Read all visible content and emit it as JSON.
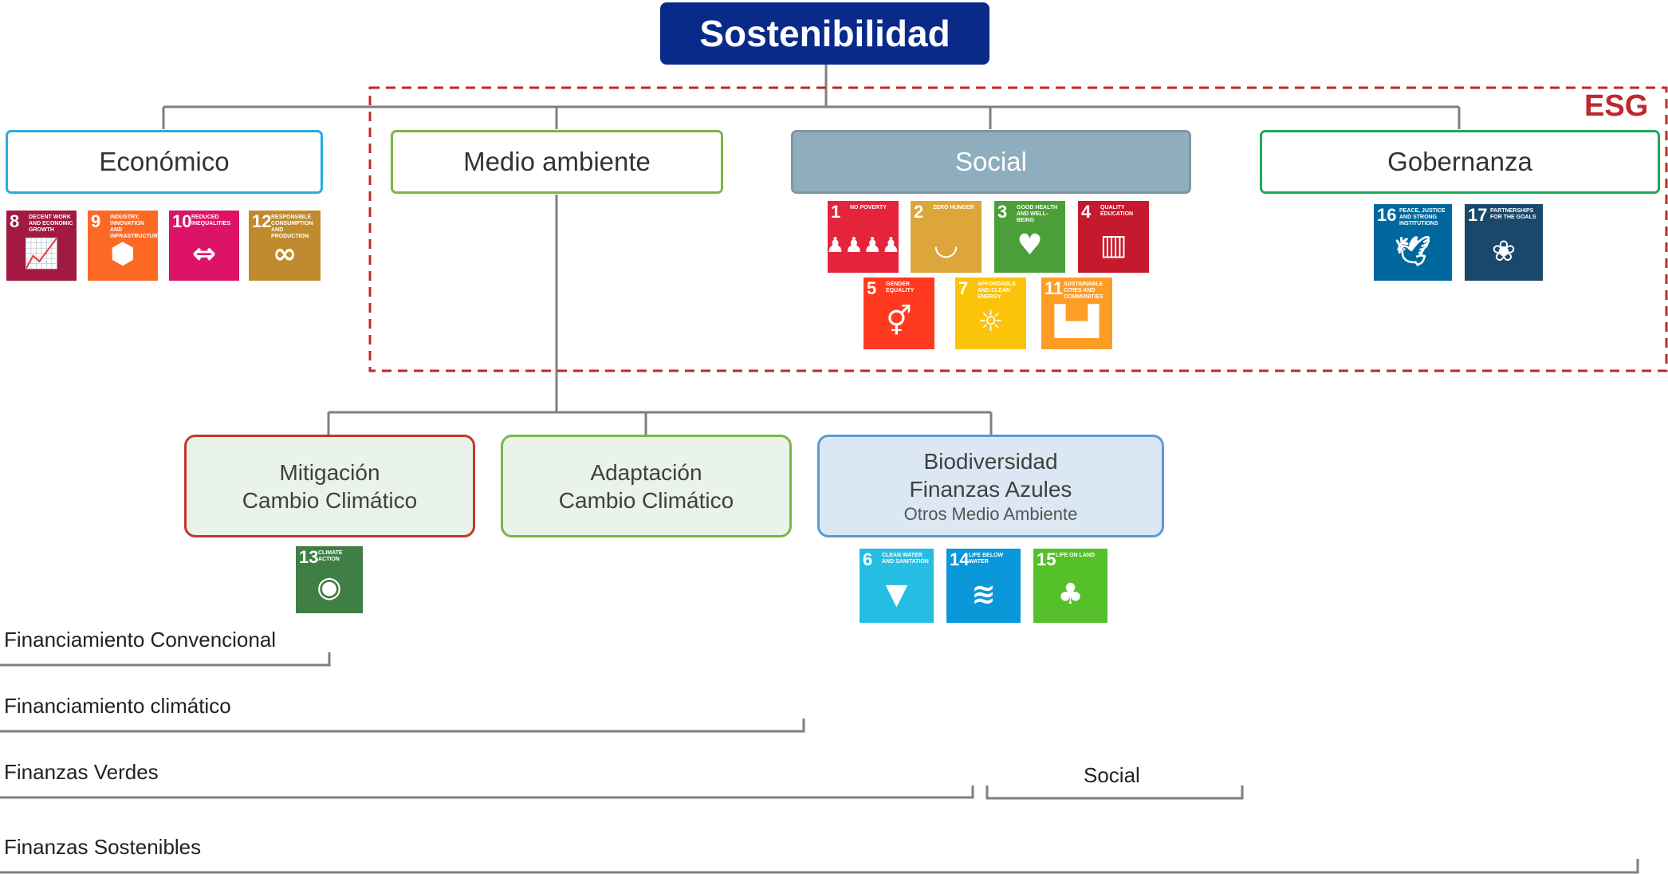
{
  "root": {
    "title": "Sostenibilidad"
  },
  "esg": {
    "label": "ESG"
  },
  "categories": {
    "economico": "Económico",
    "medio_ambiente": "Medio ambiente",
    "social": "Social",
    "gobernanza": "Gobernanza"
  },
  "subcategories": {
    "mitigacion": {
      "line1": "Mitigación",
      "line2": "Cambio Climático"
    },
    "adaptacion": {
      "line1": "Adaptación",
      "line2": "Cambio Climático"
    },
    "biodiversidad": {
      "line1": "Biodiversidad",
      "line2": "Finanzas Azules",
      "line3": "Otros Medio Ambiente"
    }
  },
  "sdgs": {
    "g1": {
      "num": "1",
      "label": "No poverty",
      "icon": "people-icon"
    },
    "g2": {
      "num": "2",
      "label": "Zero hunger",
      "icon": "bowl-icon"
    },
    "g3": {
      "num": "3",
      "label": "Good health and well-being",
      "icon": "heartbeat-icon"
    },
    "g4": {
      "num": "4",
      "label": "Quality education",
      "icon": "book-icon"
    },
    "g5": {
      "num": "5",
      "label": "Gender equality",
      "icon": "gender-icon"
    },
    "g6": {
      "num": "6",
      "label": "Clean water and sanitation",
      "icon": "water-glass-icon"
    },
    "g7": {
      "num": "7",
      "label": "Affordable and clean energy",
      "icon": "sun-power-icon"
    },
    "g8": {
      "num": "8",
      "label": "Decent work and economic growth",
      "icon": "growth-chart-icon"
    },
    "g9": {
      "num": "9",
      "label": "Industry, innovation and infrastructure",
      "icon": "cubes-icon"
    },
    "g10": {
      "num": "10",
      "label": "Reduced inequalities",
      "icon": "equality-arrows-icon"
    },
    "g11": {
      "num": "11",
      "label": "Sustainable cities and communities",
      "icon": "city-icon"
    },
    "g12": {
      "num": "12",
      "label": "Responsible consumption and production",
      "icon": "infinity-icon"
    },
    "g13": {
      "num": "13",
      "label": "Climate action",
      "icon": "eye-globe-icon"
    },
    "g14": {
      "num": "14",
      "label": "Life below water",
      "icon": "fish-icon"
    },
    "g15": {
      "num": "15",
      "label": "Life on land",
      "icon": "tree-icon"
    },
    "g16": {
      "num": "16",
      "label": "Peace, justice and strong institutions",
      "icon": "dove-icon"
    },
    "g17": {
      "num": "17",
      "label": "Partnerships for the goals",
      "icon": "flower-rings-icon"
    }
  },
  "scopes": {
    "convencional": "Financiamiento  Convencional",
    "climatico": "Financiamiento  climático",
    "verdes": "Finanzas Verdes",
    "social": "Social",
    "sostenibles": "Finanzas Sostenibles"
  },
  "colors": {
    "root_bg": "#0a2a8a",
    "esg_red": "#c0272d",
    "economico": "#29abe2",
    "medio_ambiente": "#7ab648",
    "social_fill": "#8faebd",
    "gobernanza": "#1eaa5a",
    "mitigacion_border": "#c0392b",
    "green_fill": "#e9f3e9",
    "biodiversidad_fill": "#dbe8f3",
    "biodiversidad_border": "#5b9bd5",
    "connector": "#7f7f7f"
  }
}
